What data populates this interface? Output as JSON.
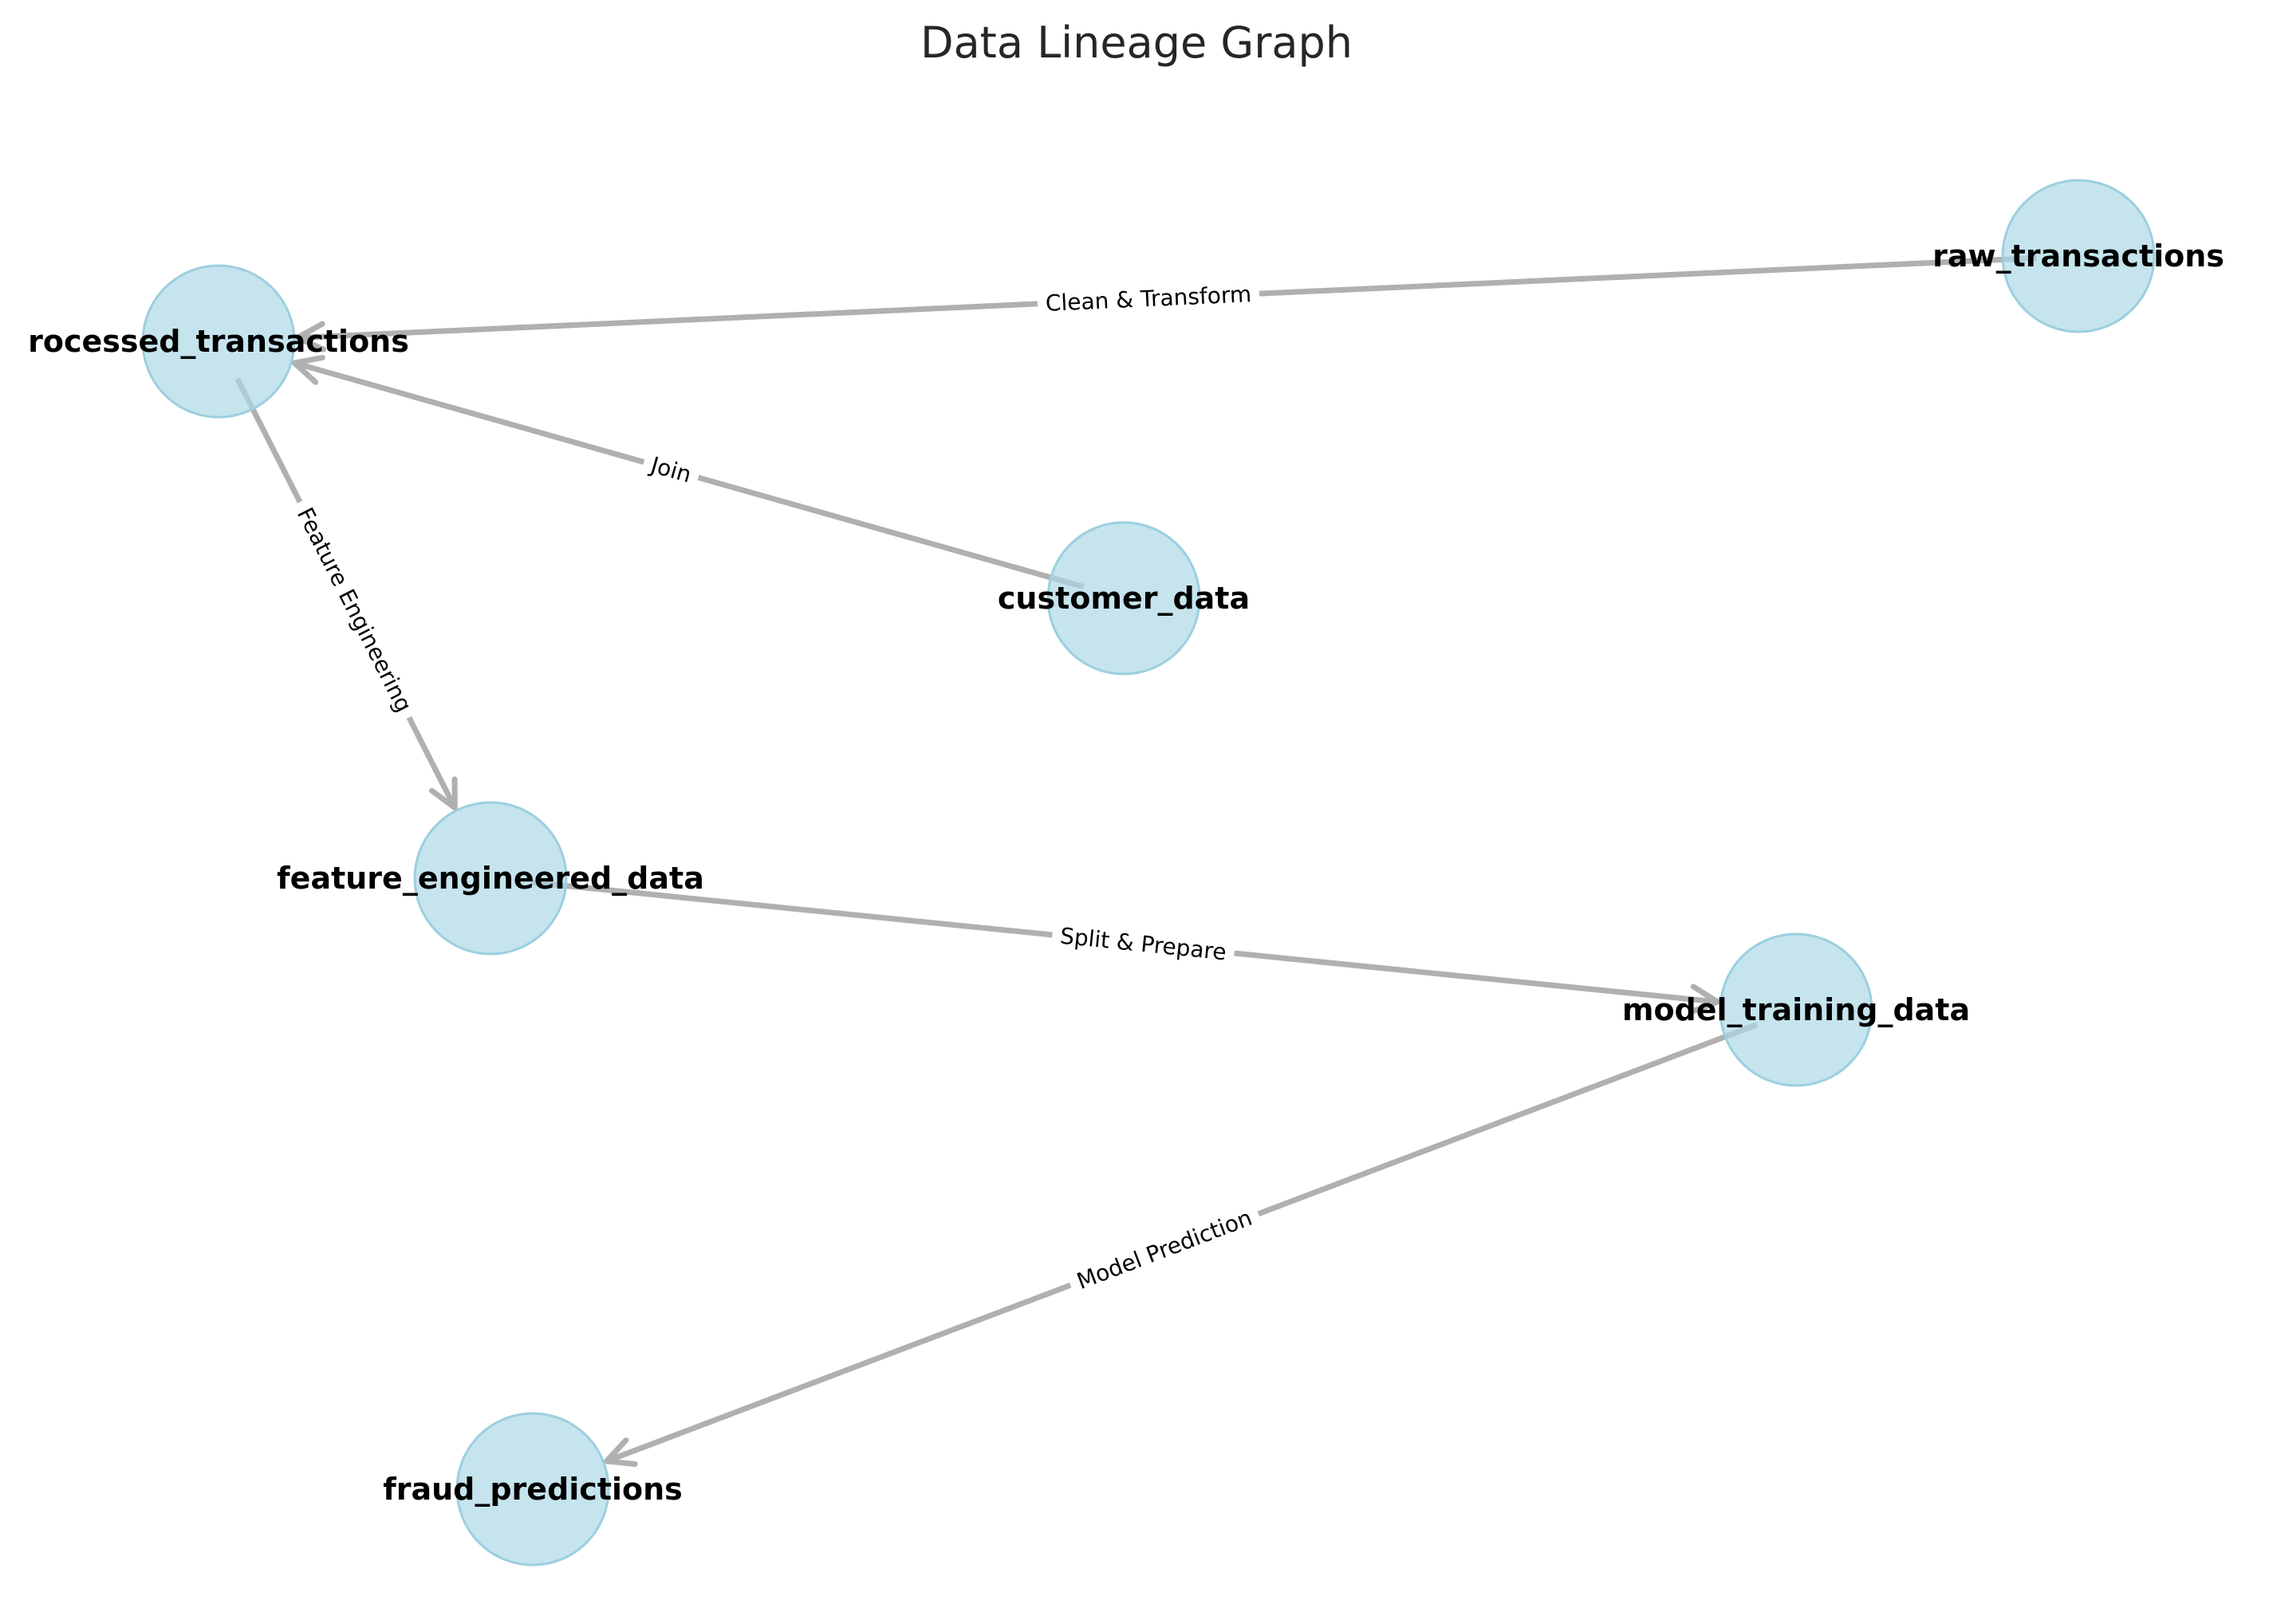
{
  "diagram": {
    "title": "Data Lineage Graph",
    "nodes": [
      {
        "id": "raw_transactions",
        "label": "raw_transactions"
      },
      {
        "id": "processed_transactions",
        "label": "rocessed_transactions"
      },
      {
        "id": "customer_data",
        "label": "customer_data"
      },
      {
        "id": "feature_engineered_data",
        "label": "feature_engineered_data"
      },
      {
        "id": "model_training_data",
        "label": "model_training_data"
      },
      {
        "id": "fraud_predictions",
        "label": "fraud_predictions"
      }
    ],
    "edges": [
      {
        "from": "raw_transactions",
        "to": "processed_transactions",
        "label": "Clean & Transform"
      },
      {
        "from": "customer_data",
        "to": "processed_transactions",
        "label": "Join"
      },
      {
        "from": "processed_transactions",
        "to": "feature_engineered_data",
        "label": "Feature Engineering"
      },
      {
        "from": "feature_engineered_data",
        "to": "model_training_data",
        "label": "Split & Prepare"
      },
      {
        "from": "model_training_data",
        "to": "fraud_predictions",
        "label": "Model Prediction"
      }
    ],
    "colors": {
      "node_fill": "#add8e6",
      "edge": "#b0b0b0",
      "label_text": "#000000"
    }
  }
}
